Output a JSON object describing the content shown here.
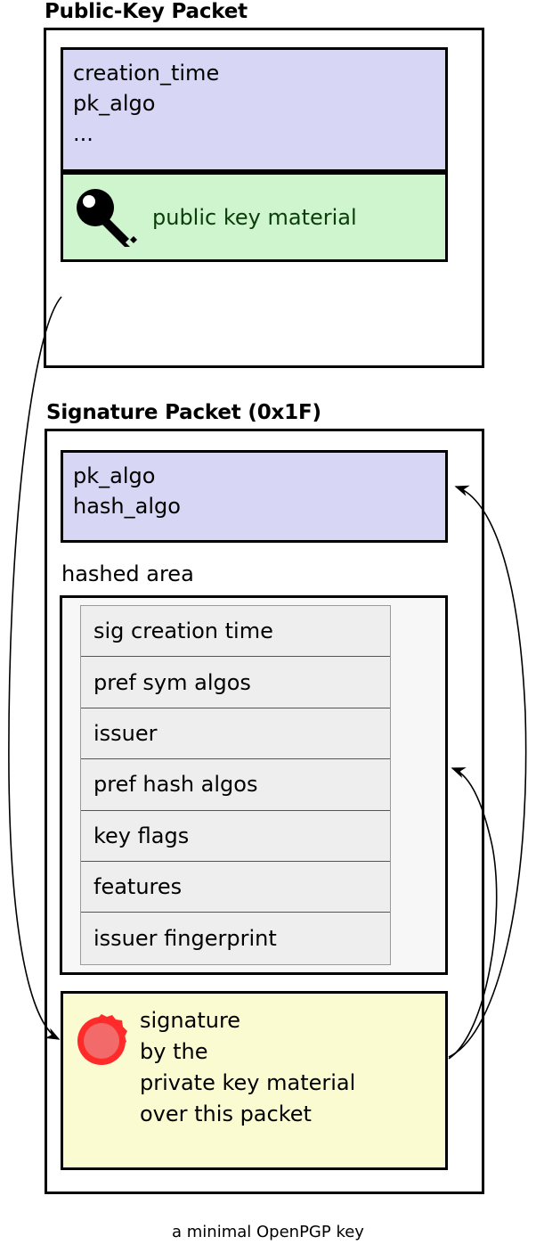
{
  "caption": "a minimal OpenPGP key",
  "colors": {
    "meta_block": "#d7d7f5",
    "key_material_block": "#cef5ce",
    "signature_block": "#fbfbd2",
    "hashed_area_bg": "#f7f7f7",
    "hashed_row_bg": "#eeeeee",
    "seal_red": "#ff2a2a",
    "seal_inner_red": "#f26a6a",
    "key_material_text": "#0b3d0b",
    "outline": "#000000"
  },
  "packets": [
    {
      "title": "Public-Key Packet",
      "meta_lines": "creation_time\npk_algo\n...",
      "material_label": "public key material",
      "material_icon": "key-icon"
    },
    {
      "title": "Signature Packet (0x1F)",
      "meta_lines": "pk_algo\nhash_algo",
      "hashed_area_label": "hashed area",
      "hashed_area_rows": [
        "sig creation time",
        "pref sym algos",
        "issuer",
        "pref hash algos",
        "key flags",
        "features",
        "issuer fingerprint"
      ],
      "signature_text": "signature\nby the\nprivate key material\nover this packet",
      "signature_icon": "wax-seal-icon"
    }
  ],
  "arrows": [
    {
      "name": "public-key-packet-to-signature",
      "from": "public-key-packet",
      "to": "signature-block"
    },
    {
      "name": "signature-to-sig-meta",
      "from": "signature-block",
      "to": "signature-packet-meta"
    },
    {
      "name": "signature-to-hashed-area",
      "from": "signature-block",
      "to": "hashed-area"
    }
  ]
}
